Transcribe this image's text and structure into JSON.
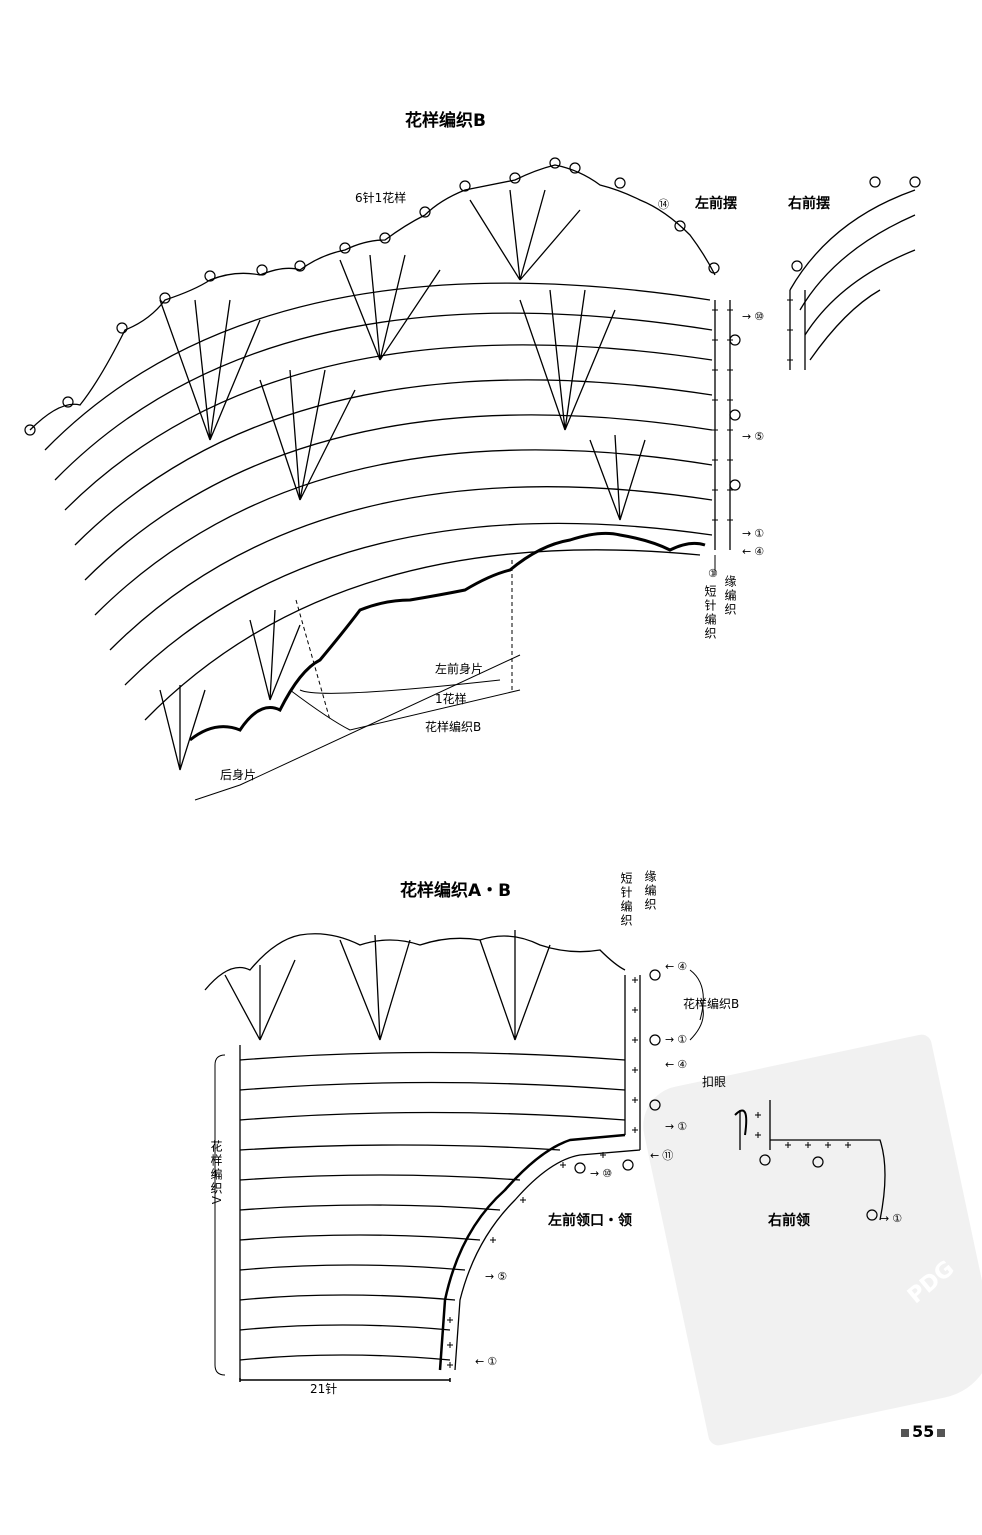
{
  "diagram_b": {
    "title": "花样编织B",
    "repeat_label": "6针1花样",
    "left_front_hem": "左前摆",
    "right_front_hem": "右前摆",
    "left_front_body": "左前身片",
    "one_pattern": "1花样",
    "pattern_b": "花样编织B",
    "back_body": "后身片",
    "edge_label_1": "缘编织",
    "edge_label_2": "短针编织",
    "row_markers": [
      "⑭",
      "⑩",
      "⑤",
      "①",
      "④",
      "①"
    ]
  },
  "diagram_ab": {
    "title": "花样编织A・B",
    "edge_label_1": "缘编织",
    "edge_label_2": "短针编织",
    "pattern_b": "花样编织B",
    "pattern_a": "花样编织A",
    "buttonhole": "扣眼",
    "left_neck": "左前领口・领",
    "right_collar": "右前领",
    "stitch_count": "21针",
    "row_markers": [
      "④",
      "①",
      "④",
      "①",
      "⑪",
      "⑩",
      "⑤",
      "①",
      "①"
    ]
  },
  "page_number": "55",
  "watermark": "PDG"
}
